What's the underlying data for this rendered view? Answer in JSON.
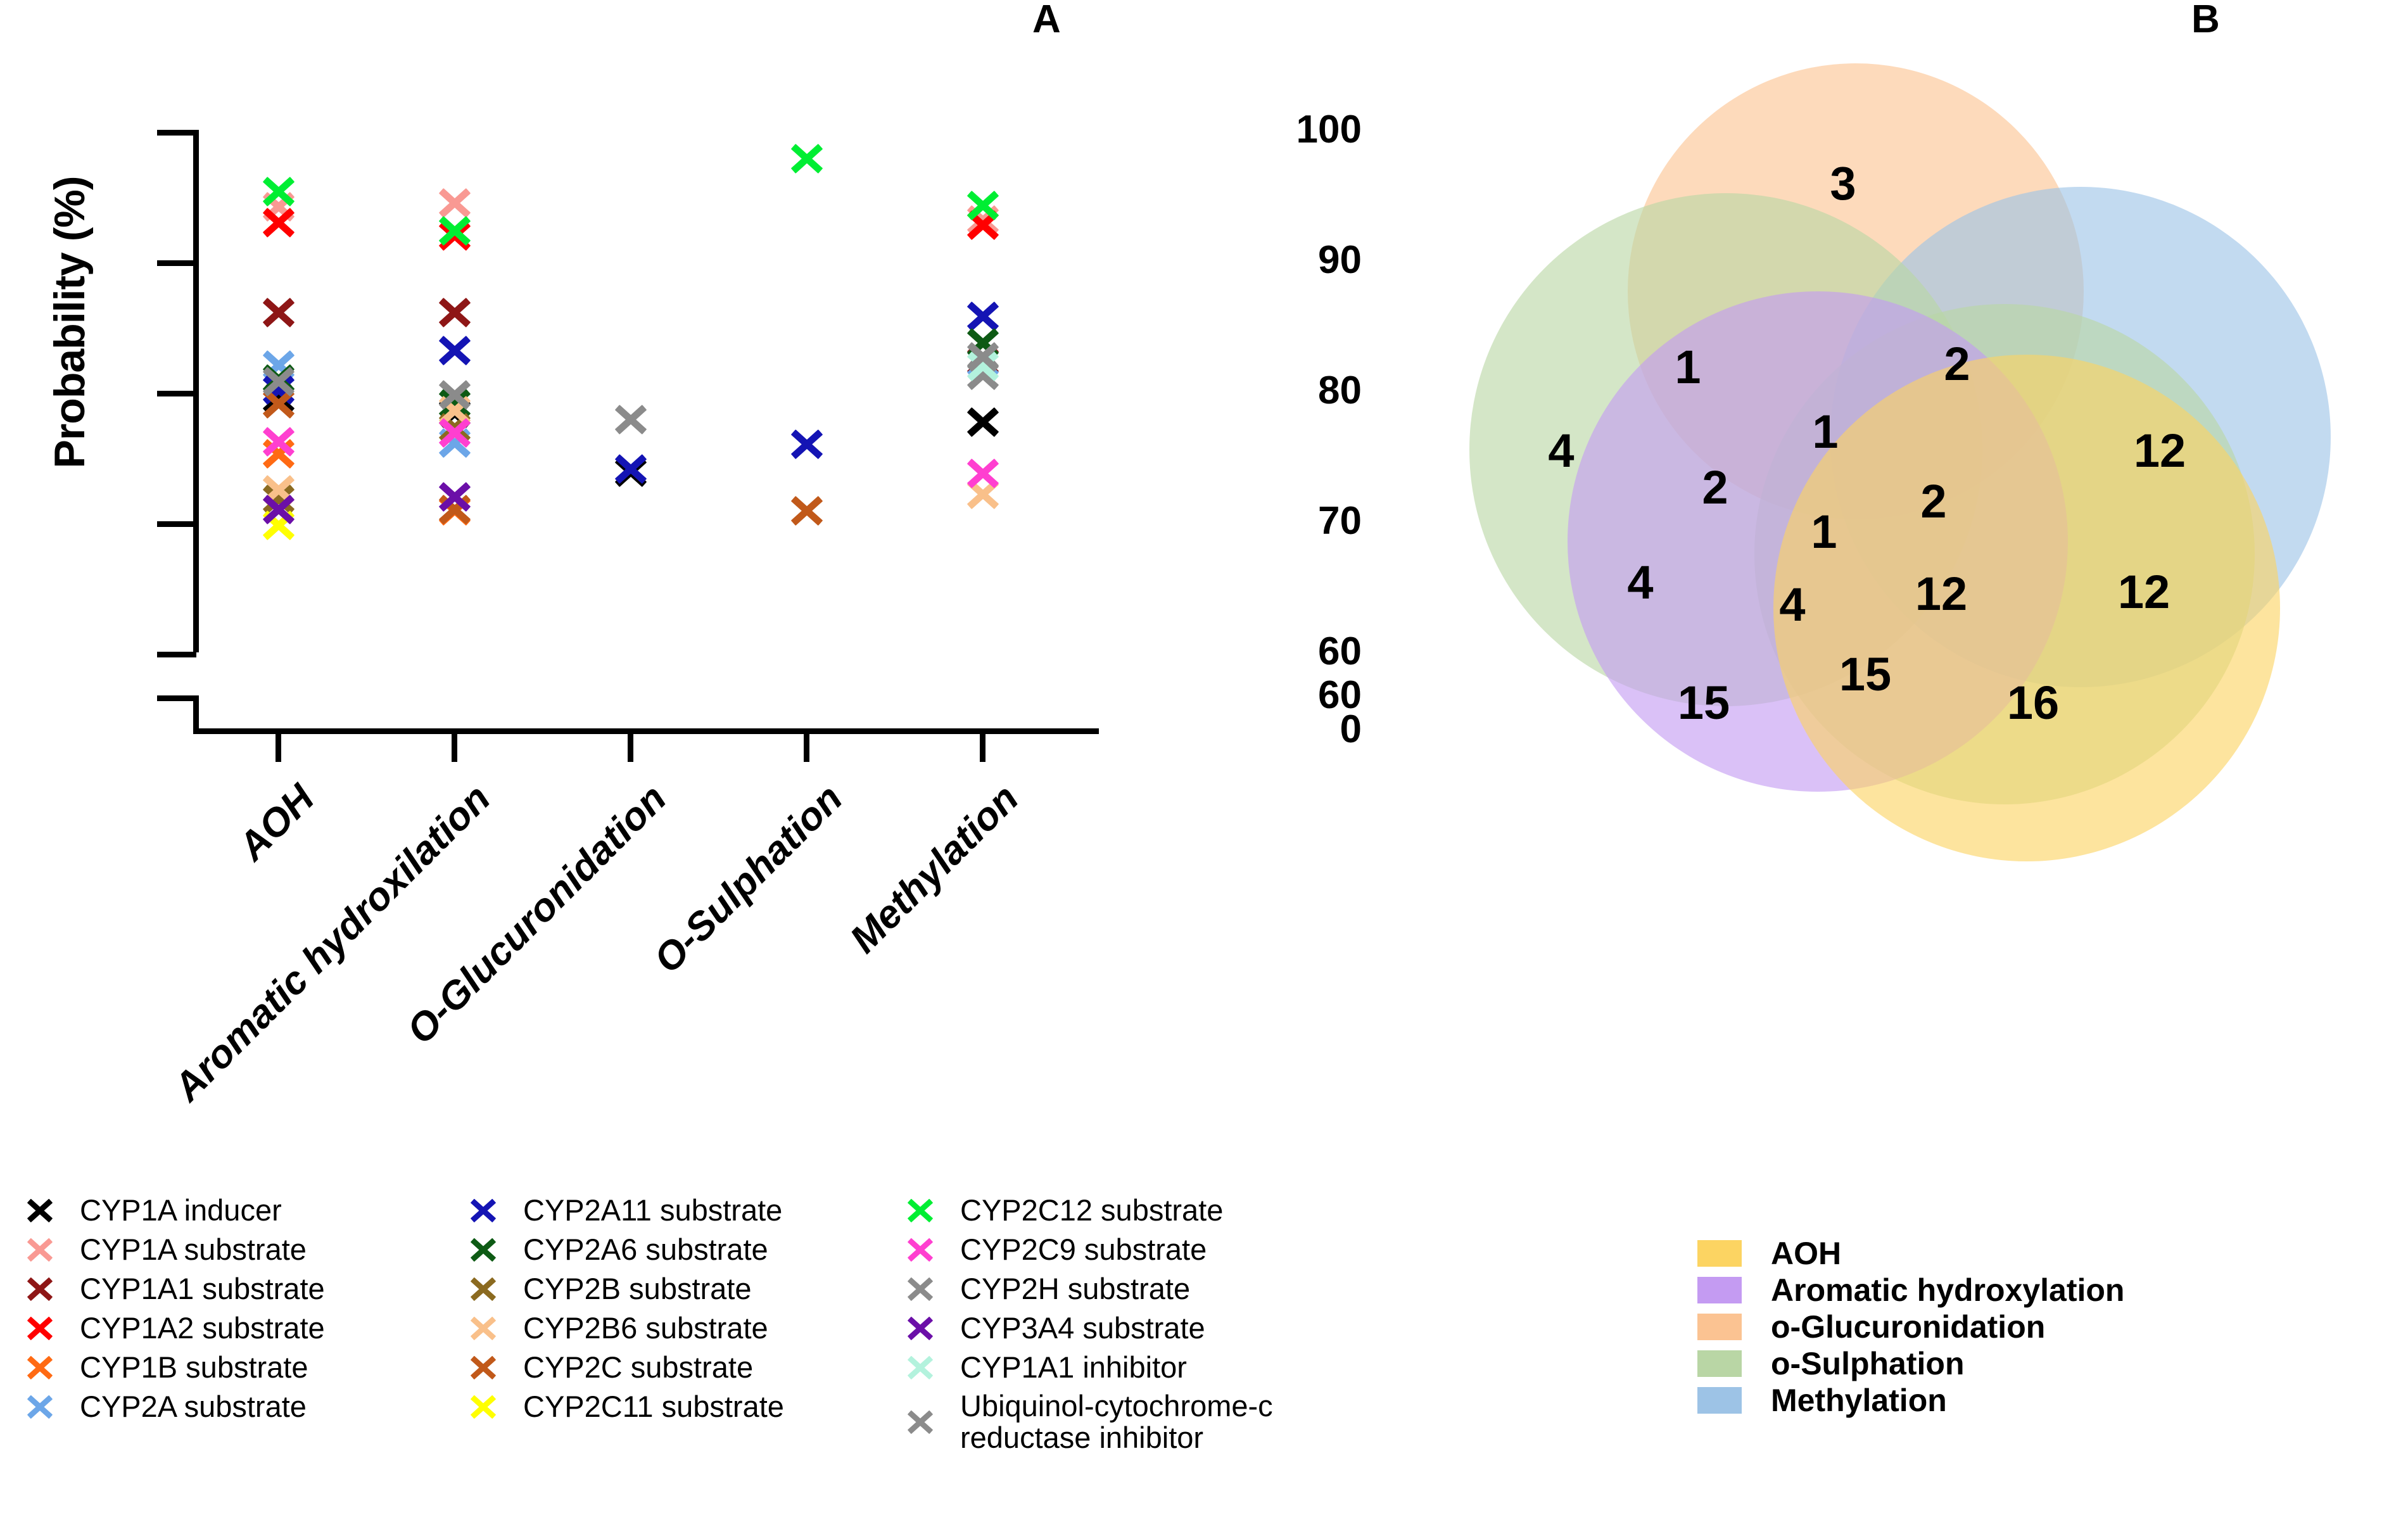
{
  "panels": {
    "a_label": "A",
    "b_label": "B"
  },
  "chart_data": [
    {
      "type": "scatter",
      "title": "A",
      "xlabel": "",
      "ylabel": "Probability (%)",
      "ylim": [
        60,
        100
      ],
      "yticks": [
        60,
        70,
        80,
        90,
        100
      ],
      "axis_break": {
        "present": true,
        "lower_label": "60",
        "zero_label": "0"
      },
      "grid": false,
      "legend_position": "below",
      "categories": [
        "AOH",
        "Aromatic hydroxilation",
        "O-Glucuronidation",
        "O-Sulphation",
        "Methylation"
      ],
      "series": [
        {
          "name": "CYP1A inducer",
          "color": "#000000",
          "points": [
            {
              "x": "AOH",
              "y": 79.6
            },
            {
              "x": "Aromatic hydroxilation",
              "y": 78.5
            },
            {
              "x": "O-Glucuronidation",
              "y": 74.0
            },
            {
              "x": "Methylation",
              "y": 77.8
            }
          ]
        },
        {
          "name": "CYP1A substrate",
          "color": "#F99993",
          "points": [
            {
              "x": "AOH",
              "y": 94.3
            },
            {
              "x": "Aromatic hydroxilation",
              "y": 94.6
            },
            {
              "x": "Methylation",
              "y": 93.3
            }
          ]
        },
        {
          "name": "CYP1A1 substrate",
          "color": "#8E1616",
          "points": [
            {
              "x": "AOH",
              "y": 86.2
            },
            {
              "x": "Aromatic hydroxilation",
              "y": 86.2
            },
            {
              "x": "Methylation",
              "y": 82.5
            }
          ]
        },
        {
          "name": "CYP1A2 substrate",
          "color": "#FF0000",
          "points": [
            {
              "x": "AOH",
              "y": 93.1
            },
            {
              "x": "Aromatic hydroxilation",
              "y": 92.1
            },
            {
              "x": "Methylation",
              "y": 92.9
            }
          ]
        },
        {
          "name": "CYP1B substrate",
          "color": "#FF6A13",
          "points": [
            {
              "x": "AOH",
              "y": 75.4
            },
            {
              "x": "Aromatic hydroxilation",
              "y": 71.0
            }
          ]
        },
        {
          "name": "CYP2A substrate",
          "color": "#6CA6E8",
          "points": [
            {
              "x": "AOH",
              "y": 82.2
            },
            {
              "x": "Aromatic hydroxilation",
              "y": 76.2
            },
            {
              "x": "Methylation",
              "y": 82.4
            }
          ]
        },
        {
          "name": "CYP2A11 substrate",
          "color": "#1414B4",
          "points": [
            {
              "x": "AOH",
              "y": 80.3
            },
            {
              "x": "Aromatic hydroxilation",
              "y": 83.3
            },
            {
              "x": "O-Glucuronidation",
              "y": 74.2
            },
            {
              "x": "O-Sulphation",
              "y": 76.1
            },
            {
              "x": "Methylation",
              "y": 85.9
            }
          ]
        },
        {
          "name": "CYP2A6 substrate",
          "color": "#0D5A14",
          "points": [
            {
              "x": "AOH",
              "y": 81.1
            },
            {
              "x": "Aromatic hydroxilation",
              "y": 79.2
            },
            {
              "x": "Methylation",
              "y": 83.9
            }
          ]
        },
        {
          "name": "CYP2B substrate",
          "color": "#8B6A20",
          "points": [
            {
              "x": "AOH",
              "y": 71.9
            },
            {
              "x": "Aromatic hydroxilation",
              "y": 77.4
            }
          ]
        },
        {
          "name": "CYP2B6 substrate",
          "color": "#F9C08A",
          "points": [
            {
              "x": "AOH",
              "y": 72.6
            },
            {
              "x": "Aromatic hydroxilation",
              "y": 78.7
            },
            {
              "x": "Methylation",
              "y": 72.3
            }
          ]
        },
        {
          "name": "CYP2C substrate",
          "color": "#C1591A",
          "points": [
            {
              "x": "AOH",
              "y": 79.2
            },
            {
              "x": "Aromatic hydroxilation",
              "y": 71.1
            },
            {
              "x": "O-Sulphation",
              "y": 71.0
            }
          ]
        },
        {
          "name": "CYP2C11 substrate",
          "color": "#FFFF00",
          "points": [
            {
              "x": "AOH",
              "y": 69.9
            }
          ]
        },
        {
          "name": "CYP2C12 substrate",
          "color": "#00EE33",
          "points": [
            {
              "x": "AOH",
              "y": 95.5
            },
            {
              "x": "Aromatic hydroxilation",
              "y": 92.5
            },
            {
              "x": "O-Sulphation",
              "y": 98.0
            },
            {
              "x": "Methylation",
              "y": 94.4
            }
          ]
        },
        {
          "name": "CYP2C9 substrate",
          "color": "#FF3FD0",
          "points": [
            {
              "x": "AOH",
              "y": 76.3
            },
            {
              "x": "Aromatic hydroxilation",
              "y": 77.0
            },
            {
              "x": "Methylation",
              "y": 73.9
            }
          ]
        },
        {
          "name": "CYP2H substrate",
          "color": "#8B8B8B",
          "points": [
            {
              "x": "AOH",
              "y": 80.9
            },
            {
              "x": "Aromatic hydroxilation",
              "y": 79.9
            },
            {
              "x": "O-Glucuronidation",
              "y": 78.0
            },
            {
              "x": "Methylation",
              "y": 81.4
            }
          ]
        },
        {
          "name": "CYP3A4 substrate",
          "color": "#6B0FA8",
          "points": [
            {
              "x": "AOH",
              "y": 71.1
            },
            {
              "x": "Aromatic hydroxilation",
              "y": 72.1
            }
          ]
        },
        {
          "name": "CYP1A1 inhibitor",
          "color": "#B3F2DD",
          "points": [
            {
              "x": "Methylation",
              "y": 82.1
            }
          ]
        },
        {
          "name": "Ubiquinol-cytochrome-c\nreductase inhibitor",
          "color": "#8B8B8B",
          "points": [
            {
              "x": "Methylation",
              "y": 82.8
            }
          ]
        }
      ]
    },
    {
      "type": "venn",
      "title": "B",
      "sets": [
        "AOH",
        "Aromatic hydroxylation",
        "o-Glucuronidation",
        "o-Sulphation",
        "Methylation"
      ],
      "regions": [
        {
          "label": "3",
          "value": 3
        },
        {
          "label": "1",
          "value": 1
        },
        {
          "label": "2",
          "value": 2
        },
        {
          "label": "4",
          "value": 4
        },
        {
          "label": "1",
          "value": 1
        },
        {
          "label": "12",
          "value": 12
        },
        {
          "label": "2",
          "value": 2
        },
        {
          "label": "2",
          "value": 2
        },
        {
          "label": "1",
          "value": 1
        },
        {
          "label": "4",
          "value": 4
        },
        {
          "label": "4",
          "value": 4
        },
        {
          "label": "12",
          "value": 12
        },
        {
          "label": "12",
          "value": 12
        },
        {
          "label": "15",
          "value": 15
        },
        {
          "label": "15",
          "value": 15
        },
        {
          "label": "16",
          "value": 16
        }
      ]
    }
  ],
  "chartA": {
    "ylabel": "Probability (%)",
    "yticks": [
      "100",
      "90",
      "80",
      "70",
      "60"
    ],
    "break_tick": "60",
    "zero_tick": "0",
    "categories": [
      "AOH",
      "Aromatic hydroxilation",
      "O-Glucuronidation",
      "O-Sulphation",
      "Methylation"
    ]
  },
  "legendA": {
    "columns": [
      [
        {
          "label": "CYP1A inducer",
          "color": "#000000"
        },
        {
          "label": "CYP1A substrate",
          "color": "#F99993"
        },
        {
          "label": "CYP1A1 substrate",
          "color": "#8E1616"
        },
        {
          "label": "CYP1A2 substrate",
          "color": "#FF0000"
        },
        {
          "label": "CYP1B substrate",
          "color": "#FF6A13"
        },
        {
          "label": "CYP2A substrate",
          "color": "#6CA6E8"
        }
      ],
      [
        {
          "label": "CYP2A11 substrate",
          "color": "#1414B4"
        },
        {
          "label": "CYP2A6 substrate",
          "color": "#0D5A14"
        },
        {
          "label": "CYP2B substrate",
          "color": "#8B6A20"
        },
        {
          "label": "CYP2B6 substrate",
          "color": "#F9C08A"
        },
        {
          "label": "CYP2C substrate",
          "color": "#C1591A"
        },
        {
          "label": "CYP2C11 substrate",
          "color": "#FFFF00"
        }
      ],
      [
        {
          "label": "CYP2C12 substrate",
          "color": "#00EE33"
        },
        {
          "label": "CYP2C9 substrate",
          "color": "#FF3FD0"
        },
        {
          "label": "CYP2H substrate",
          "color": "#8B8B8B"
        },
        {
          "label": "CYP3A4 substrate",
          "color": "#6B0FA8"
        },
        {
          "label": "CYP1A1 inhibitor",
          "color": "#B3F2DD"
        },
        {
          "label": "Ubiquinol-cytochrome-c\nreductase inhibitor",
          "color": "#8B8B8B"
        }
      ]
    ]
  },
  "venn": {
    "numbers": [
      "3",
      "1",
      "2",
      "4",
      "1",
      "12",
      "2",
      "2",
      "1",
      "4",
      "4",
      "12",
      "12",
      "15",
      "15",
      "16"
    ],
    "legend": [
      {
        "label": "AOH",
        "color": "#FCD462"
      },
      {
        "label": "Aromatic hydroxylation",
        "color": "#C49BF2"
      },
      {
        "label": "o-Glucuronidation",
        "color": "#FBC392"
      },
      {
        "label": "o-Sulphation",
        "color": "#B9D6A5"
      },
      {
        "label": "Methylation",
        "color": "#9DC3E6"
      }
    ],
    "colors": {
      "aoh": "#FCD462",
      "aromatic_hydroxylation": "#C49BF2",
      "o_glucuronidation": "#FBC392",
      "o_sulphation": "#B9D6A5",
      "methylation": "#9DC3E6"
    }
  }
}
